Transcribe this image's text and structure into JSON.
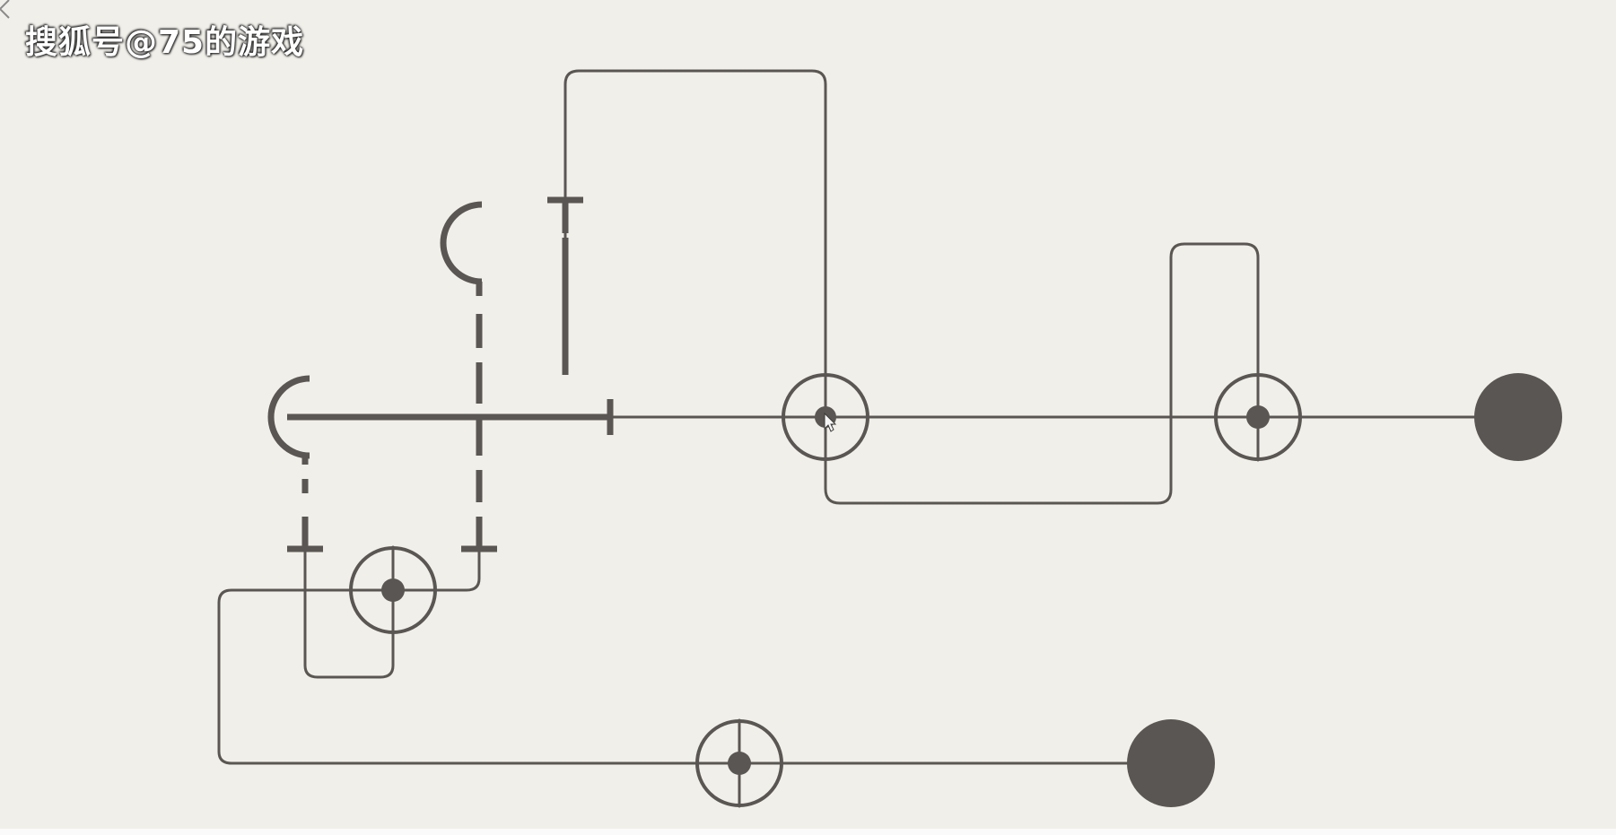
{
  "watermark": {
    "text": "搜狐号@75的游戏"
  },
  "icons": {
    "back": "chevron-left-icon",
    "cursor": "mouse-pointer-icon"
  },
  "colors": {
    "background": "#f1efe9",
    "ink": "#5a5653",
    "watermark_text": "#ffffff"
  },
  "puzzle": {
    "switch_nodes": 4,
    "goal_orbs": 2
  }
}
